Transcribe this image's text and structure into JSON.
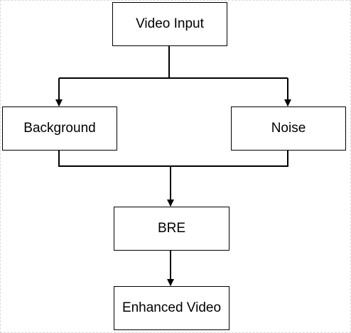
{
  "diagram": {
    "nodes": {
      "video_input": "Video Input",
      "background": "Background",
      "noise": "Noise",
      "bre": "BRE",
      "enhanced_video": "Enhanced Video"
    },
    "edges": [
      {
        "from": "Video Input",
        "to": "Background"
      },
      {
        "from": "Video Input",
        "to": "Noise"
      },
      {
        "from": "Background",
        "to": "BRE"
      },
      {
        "from": "Noise",
        "to": "BRE"
      },
      {
        "from": "BRE",
        "to": "Enhanced Video"
      }
    ]
  }
}
